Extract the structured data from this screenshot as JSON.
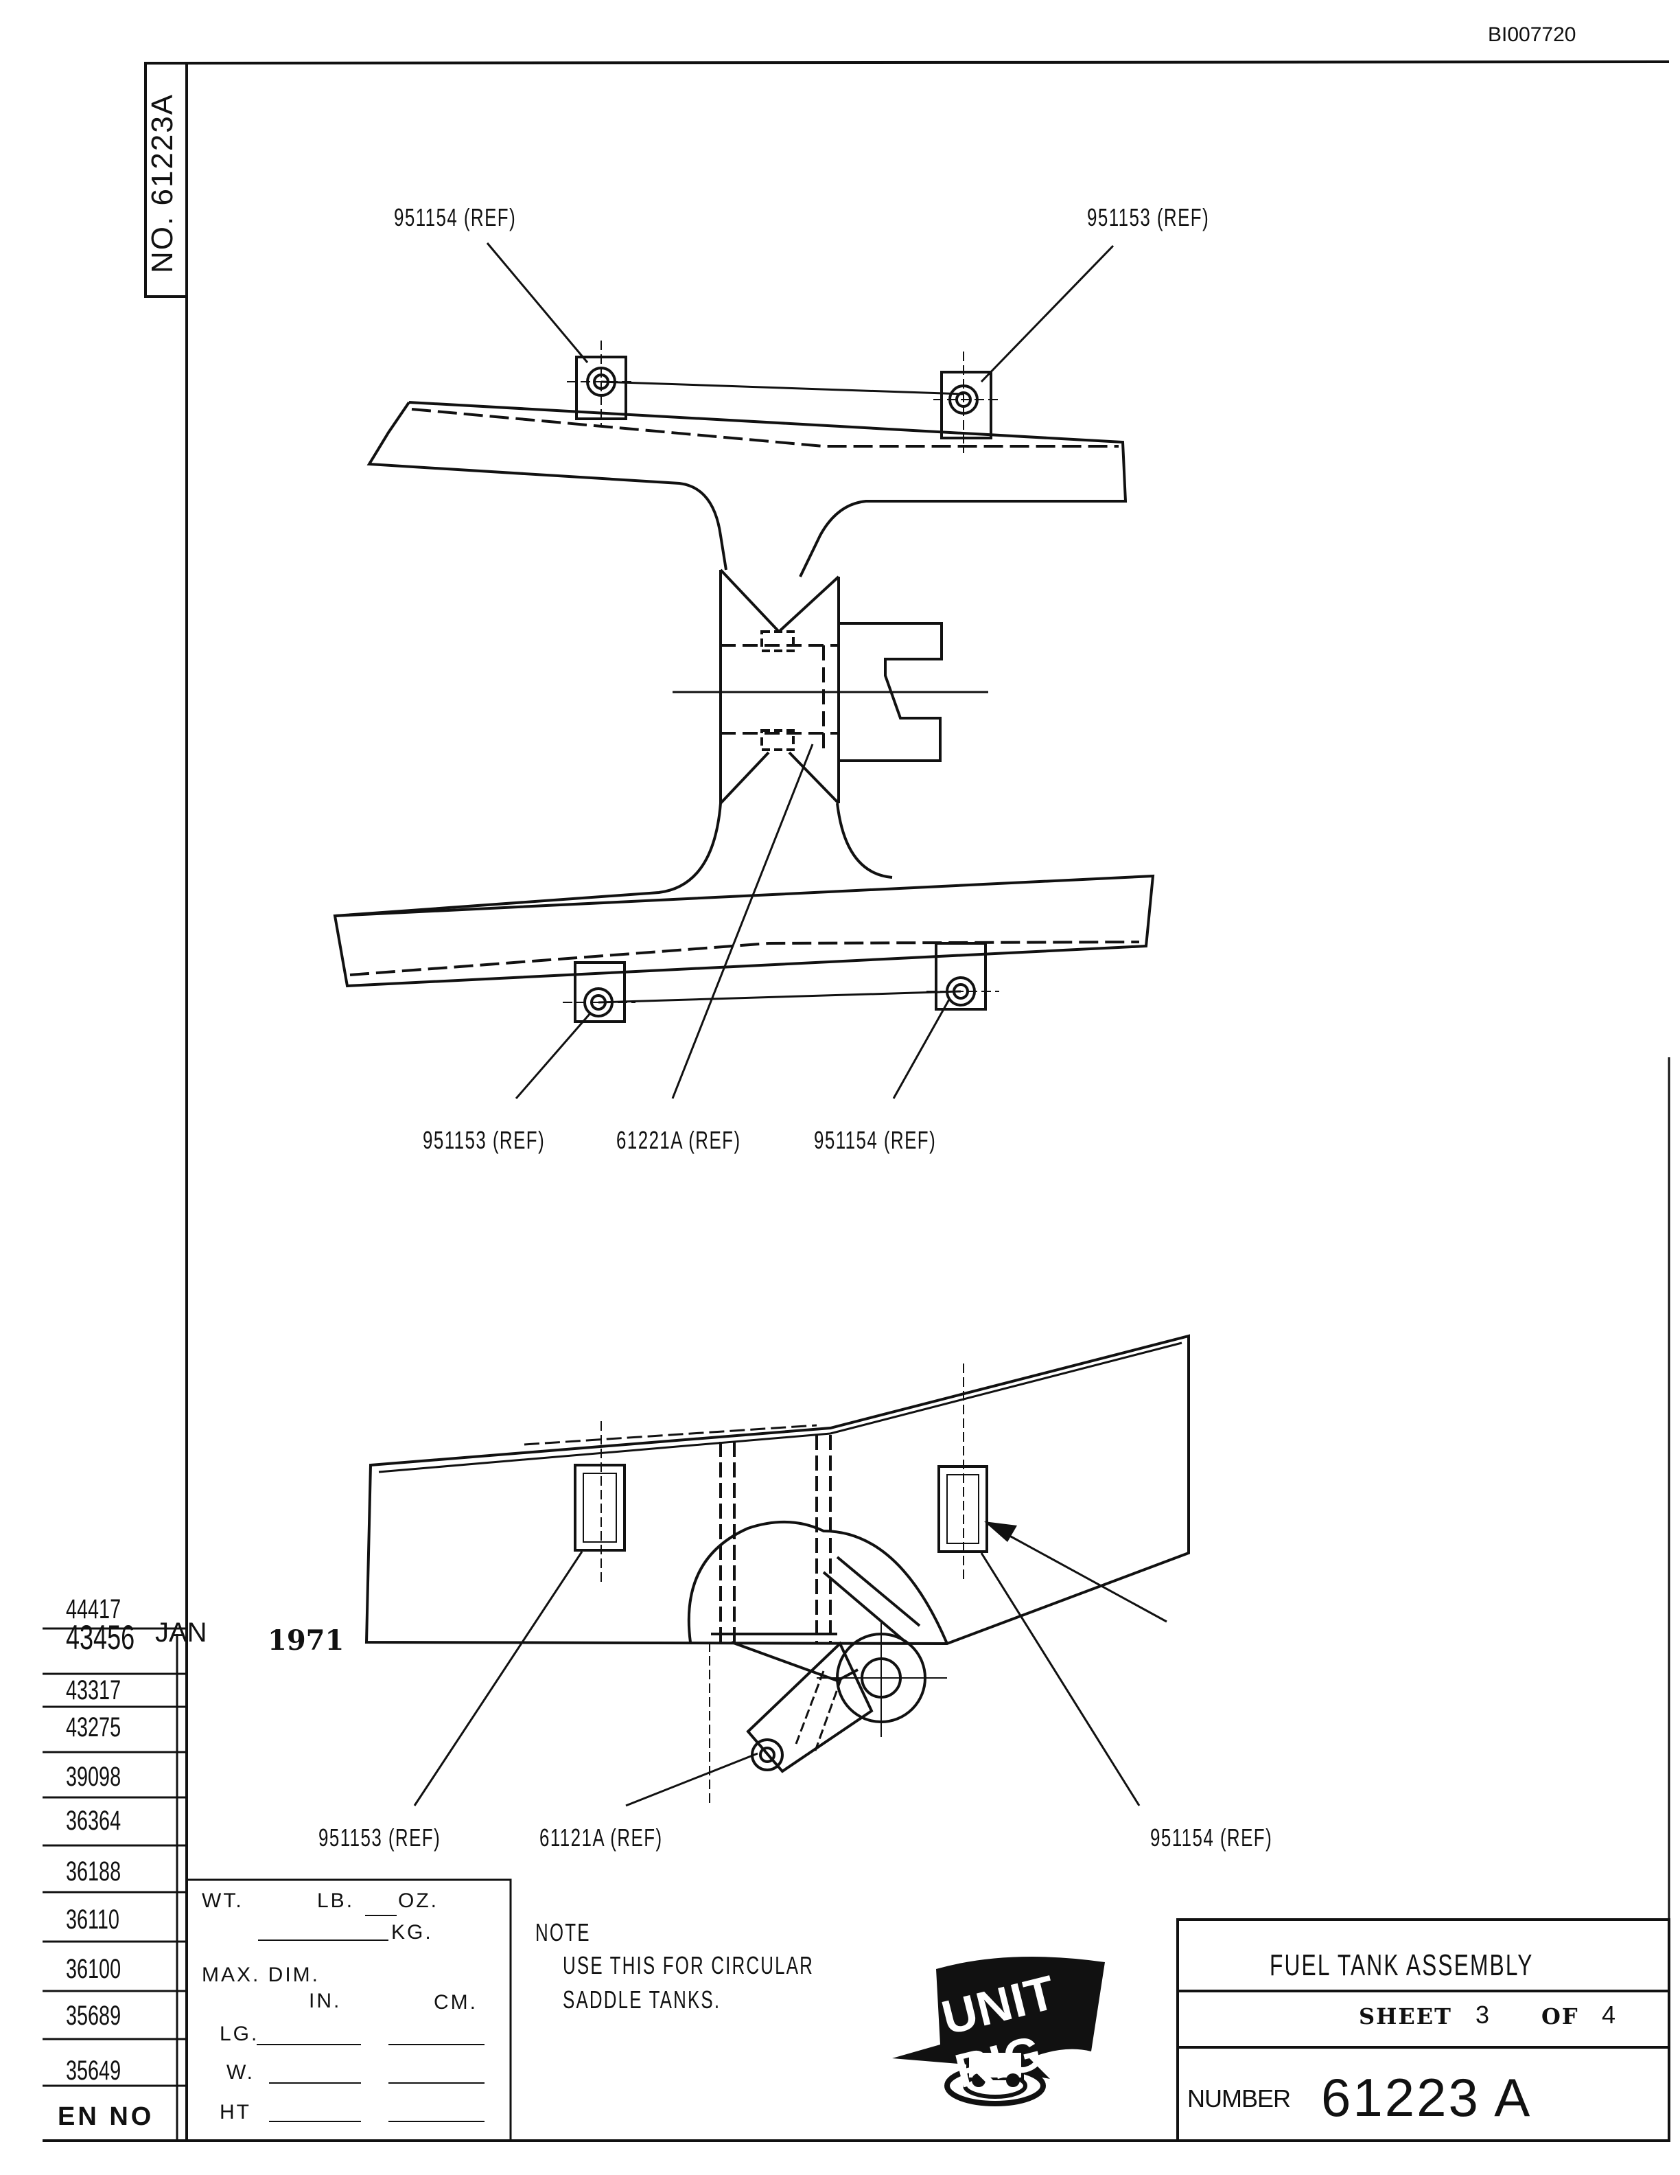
{
  "document_id": "BI007720",
  "side_number": "NO. 61223A",
  "top_view": {
    "callout_top_left": "951154 (REF)",
    "callout_top_right": "951153 (REF)",
    "callout_bottom_1": "951153 (REF)",
    "callout_bottom_2": "61221A (REF)",
    "callout_bottom_3": "951154 (REF)"
  },
  "side_view": {
    "callout_1": "951153 (REF)",
    "callout_2": "61121A (REF)",
    "callout_3": "951154 (REF)"
  },
  "revision_column": {
    "entries": [
      "44417",
      "43456",
      "43317",
      "43275",
      "39098",
      "36364",
      "36188",
      "36110",
      "36100",
      "35689",
      "35649"
    ],
    "date_note_month": "JAN",
    "date_note_year": "1971",
    "header": "EN NO"
  },
  "weight_box": {
    "wt": "WT.",
    "lb": "LB.",
    "oz": "OZ.",
    "kg": "KG.",
    "max_dim": "MAX. DIM.",
    "in": "IN.",
    "cm": "CM.",
    "lg": "LG.",
    "w": "W.",
    "ht": "HT"
  },
  "note": {
    "heading": "NOTE",
    "line1": "USE THIS FOR CIRCULAR",
    "line2": "SADDLE TANKS."
  },
  "logo_text": "UNIT RIG",
  "title_block": {
    "title": "FUEL TANK ASSEMBLY",
    "sheet_label": "SHEET",
    "sheet_num": "3",
    "of_label": "OF",
    "sheet_total": "4",
    "number_label": "NUMBER",
    "number_value": "61223 A"
  }
}
